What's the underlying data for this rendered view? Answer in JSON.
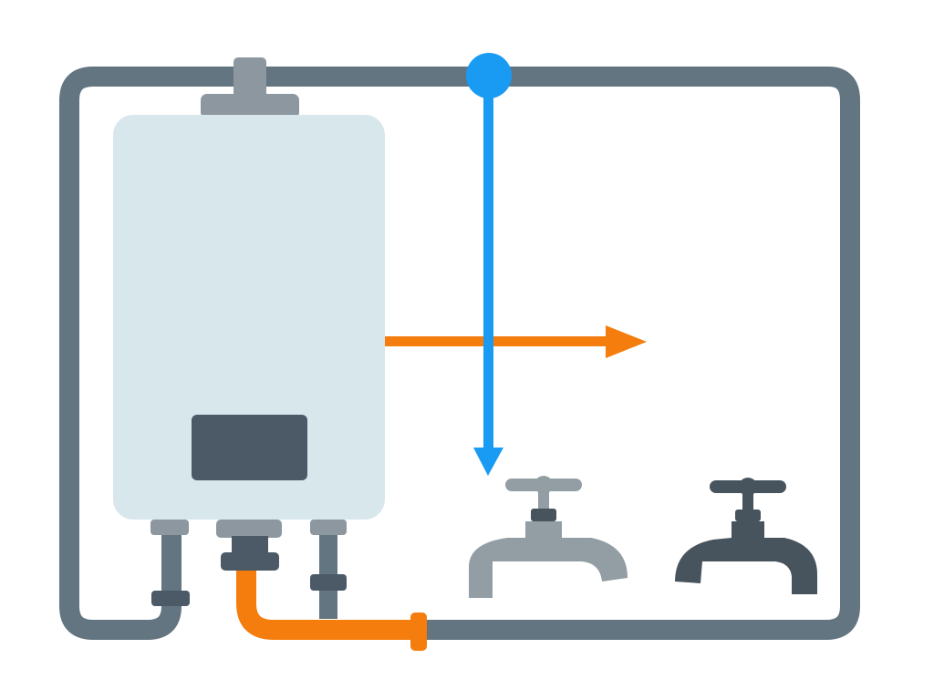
{
  "diagram": {
    "colors": {
      "pipe": "#637581",
      "pipe_light": "#8c979f",
      "heater_body": "#d8e7ec",
      "heater_panel": "#4b5a66",
      "hot_water": "#f47d0d",
      "cold_water": "#1a9bf3",
      "faucet_light": "#929da4",
      "faucet_dark": "#47535d"
    },
    "components": [
      {
        "id": "water-heater",
        "icon": "water-heater-icon"
      },
      {
        "id": "cold-supply-line",
        "icon": "cold-water-arrow"
      },
      {
        "id": "hot-outlet-line",
        "icon": "hot-water-arrow"
      },
      {
        "id": "faucet-1",
        "icon": "faucet-icon"
      },
      {
        "id": "faucet-2",
        "icon": "faucet-icon"
      }
    ]
  }
}
